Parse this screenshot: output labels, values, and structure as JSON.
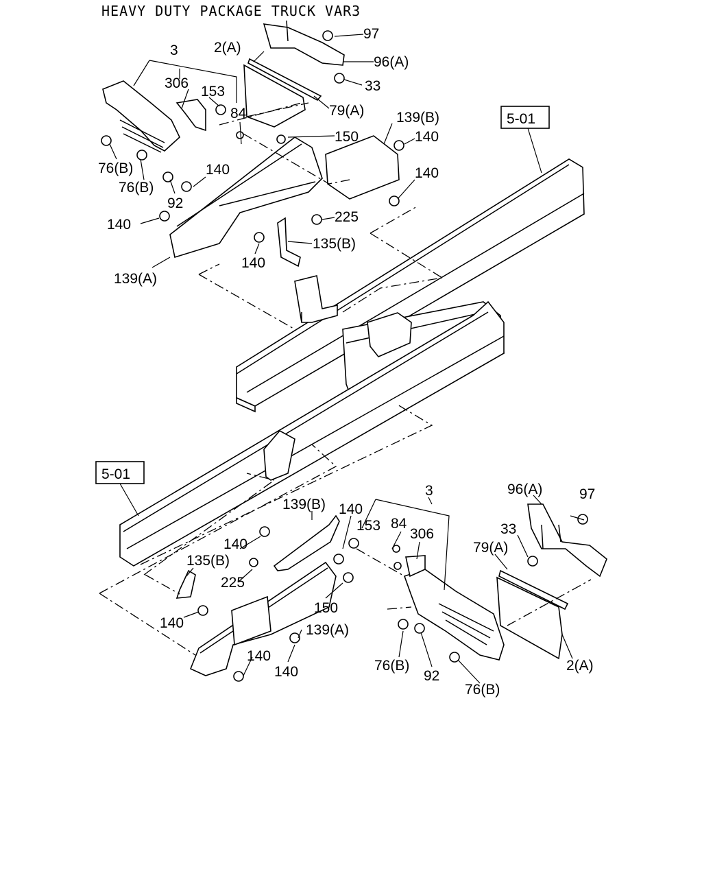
{
  "title": "HEAVY DUTY PACKAGE TRUCK VAR3",
  "top": {
    "ref": "5-01",
    "labels": {
      "p3": "3",
      "p2a": "2(A)",
      "p97": "97",
      "p96a": "96(A)",
      "p33": "33",
      "p306": "306",
      "p153": "153",
      "p84": "84",
      "p79a": "79(A)",
      "p150": "150",
      "p139b": "139(B)",
      "p140_a": "140",
      "p140_b": "140",
      "p76b_1": "76(B)",
      "p76b_2": "76(B)",
      "p92": "92",
      "p140_c": "140",
      "p225": "225",
      "p140_d": "140",
      "p135b": "135(B)",
      "p140_e": "140",
      "p139a": "139(A)"
    }
  },
  "bottom": {
    "ref": "5-01",
    "labels": {
      "p139b": "139(B)",
      "p140_a": "140",
      "p3": "3",
      "p96a": "96(A)",
      "p97": "97",
      "p153": "153",
      "p84": "84",
      "p306": "306",
      "p33": "33",
      "p79a": "79(A)",
      "p140_b": "140",
      "p135b": "135(B)",
      "p225": "225",
      "p150": "150",
      "p140_c": "140",
      "p139a": "139(A)",
      "p140_d": "140",
      "p140_e": "140",
      "p76b_1": "76(B)",
      "p92": "92",
      "p76b_2": "76(B)",
      "p2a": "2(A)"
    }
  }
}
